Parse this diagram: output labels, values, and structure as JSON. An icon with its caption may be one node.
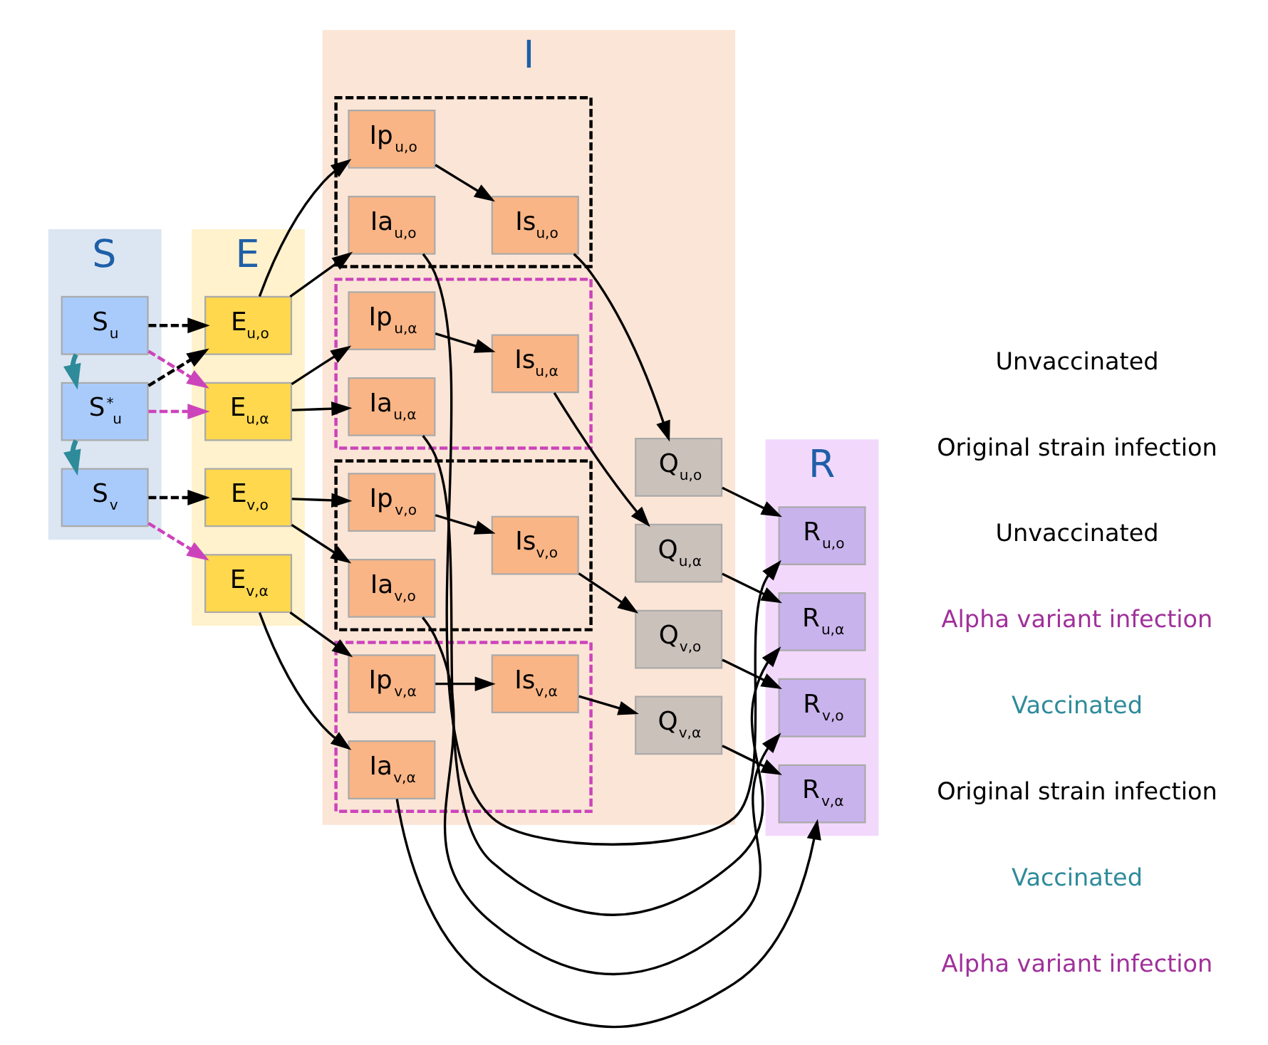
{
  "diagram": {
    "nodes": [
      {
        "text": [
          "S"
        ]
      },
      {
        "text": [
          "E"
        ]
      },
      {
        "text": [
          "I"
        ]
      },
      {
        "text": [
          "R"
        ]
      },
      {
        "text": [
          "S$_{u}$"
        ],
        "in": 0
      },
      {
        "text": [
          "S$^{*}$$_{u}$"
        ],
        "in": 0
      },
      {
        "text": [
          "S$_{v}$"
        ],
        "in": 0
      },
      {
        "text": [
          "E$_{u,o}$"
        ],
        "in": 1
      },
      {
        "text": [
          "E$_{u,α}$"
        ],
        "in": 1
      },
      {
        "text": [
          "E$_{v,o}$"
        ],
        "in": 1
      },
      {
        "text": [
          "E$_{v,α}$"
        ],
        "in": 1
      },
      {
        "text": [],
        "shape": "box",
        "in": 2
      },
      {
        "text": [
          "Ip$_{u,o}$"
        ],
        "in": 11
      },
      {
        "text": [
          "Is$_{u,o}$"
        ],
        "in": 11
      },
      {
        "text": [
          "Ia$_{u,o}$"
        ],
        "in": 11
      },
      {
        "text": [
          "Q$_{u,o}$"
        ],
        "in": 2
      },
      {
        "text": [],
        "shape": "box",
        "in": 2
      },
      {
        "text": [
          "Ip$_{u,α}$"
        ],
        "in": 16
      },
      {
        "text": [
          "Is$_{u,α}$"
        ],
        "in": 16
      },
      {
        "text": [
          "Ia$_{u,α}$"
        ],
        "in": 16
      },
      {
        "text": [
          "Q$_{u,α}$"
        ],
        "in": 2
      },
      {
        "text": [],
        "shape": "box",
        "in": 2
      },
      {
        "text": [
          "Ip$_{v,o}$"
        ],
        "in": 21
      },
      {
        "text": [
          "Is$_{v,o}$"
        ],
        "in": 21
      },
      {
        "text": [
          "Ia$_{v,o}$"
        ],
        "in": 21
      },
      {
        "text": [
          "Q$_{v,o}$"
        ],
        "in": 2
      },
      {
        "text": [],
        "shape": "box",
        "in": 2
      },
      {
        "text": [
          "Ip$_{v,α}$"
        ],
        "in": 26
      },
      {
        "text": [
          "Is$_{v,α}$"
        ],
        "in": 26
      },
      {
        "text": [
          "Ia$_{v,α}$"
        ],
        "in": 26
      },
      {
        "text": [
          "Q$_{v,α}$"
        ],
        "in": 2
      },
      {
        "text": [
          "R$_{u,o}$"
        ],
        "in": 3
      },
      {
        "text": [
          "R$_{u,α}$"
        ],
        "in": 3
      },
      {
        "text": [
          "R$_{v,o}$"
        ],
        "in": 3
      },
      {
        "text": [
          "R$_{v,α}$"
        ],
        "in": 3
      }
    ],
    "edges": [
      {
        "from": 4,
        "to": 7,
        "arrow": "to",
        "style": "dashed"
      },
      {
        "from": 4,
        "to": 8,
        "arrow": "to",
        "style": "dashed",
        "color": "#cc44bb"
      },
      {
        "from": 4,
        "to": 5,
        "arrow": "to",
        "style": "thick",
        "color": "#2e8b9a"
      },
      {
        "from": 5,
        "to": 7,
        "arrow": "to",
        "style": "dashed"
      },
      {
        "from": 5,
        "to": 8,
        "arrow": "to",
        "style": "dashed",
        "color": "#cc44bb"
      },
      {
        "from": 5,
        "to": 6,
        "arrow": "to",
        "style": "thick",
        "color": "#2e8b9a"
      },
      {
        "from": 6,
        "to": 9,
        "arrow": "to",
        "style": "dashed"
      },
      {
        "from": 6,
        "to": 10,
        "arrow": "to",
        "style": "dashed",
        "color": "#cc44bb"
      },
      {
        "from": 7,
        "to": 12,
        "arrow": "to"
      },
      {
        "from": 7,
        "to": 14,
        "arrow": "to"
      },
      {
        "from": 12,
        "to": 13,
        "arrow": "to"
      },
      {
        "from": 13,
        "to": 15,
        "arrow": "to"
      },
      {
        "from": 15,
        "to": 31,
        "arrow": "to"
      },
      {
        "from": 14,
        "to": 31,
        "arrow": "to"
      },
      {
        "from": 8,
        "to": 17,
        "arrow": "to"
      },
      {
        "from": 8,
        "to": 19,
        "arrow": "to"
      },
      {
        "from": 17,
        "to": 18,
        "arrow": "to"
      },
      {
        "from": 18,
        "to": 20,
        "arrow": "to"
      },
      {
        "from": 20,
        "to": 32,
        "arrow": "to"
      },
      {
        "from": 19,
        "to": 32,
        "arrow": "to"
      },
      {
        "from": 9,
        "to": 22,
        "arrow": "to"
      },
      {
        "from": 9,
        "to": 24,
        "arrow": "to"
      },
      {
        "from": 22,
        "to": 23,
        "arrow": "to"
      },
      {
        "from": 23,
        "to": 25,
        "arrow": "to"
      },
      {
        "from": 25,
        "to": 33,
        "arrow": "to"
      },
      {
        "from": 24,
        "to": 33,
        "arrow": "to"
      },
      {
        "from": 10,
        "to": 27,
        "arrow": "to"
      },
      {
        "from": 10,
        "to": 29,
        "arrow": "to"
      },
      {
        "from": 27,
        "to": 28,
        "arrow": "to"
      },
      {
        "from": 28,
        "to": 30,
        "arrow": "to"
      },
      {
        "from": 30,
        "to": 34,
        "arrow": "to"
      },
      {
        "from": 29,
        "to": 34,
        "arrow": "to"
      }
    ],
    "labels": [
      "Unvaccinated",
      "Original strain infection",
      "Unvaccinated",
      "Alpha variant infection",
      "Vaccinated",
      "Original strain infection",
      "Vaccinated",
      "Alpha variant infection"
    ]
  }
}
